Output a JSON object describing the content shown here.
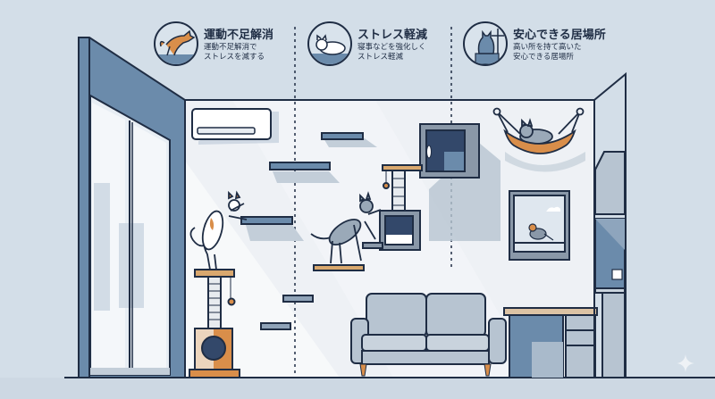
{
  "features": [
    {
      "title": "運動不足解消",
      "desc_line1": "運動不足解消で",
      "desc_line2": "ストレスを減する",
      "icon": "jumping-cat-icon"
    },
    {
      "title": "ストレス軽減",
      "desc_line1": "寝事などを強化しく",
      "desc_line2": "ストレス軽減",
      "icon": "sleeping-cat-icon"
    },
    {
      "title": "安心できる居場所",
      "desc_line1": "高い所を持て高いた",
      "desc_line2": "安心できる居場所",
      "icon": "sitting-cat-icon"
    }
  ],
  "colors": {
    "background": "#d3dee8",
    "wall": "#eef1f5",
    "outline": "#1f2d44",
    "frame_blue": "#6b8bab",
    "accent_orange": "#d98e4a",
    "shelf_wood": "#d9a86e",
    "sofa": "#b7c4d1"
  },
  "scene": {
    "objects": [
      "sliding-window",
      "air-conditioner",
      "wall-shelves",
      "cat-tower",
      "cat-house-box",
      "hammock",
      "bird-window-picture",
      "sofa",
      "desk",
      "kitchen-cabinet"
    ]
  }
}
